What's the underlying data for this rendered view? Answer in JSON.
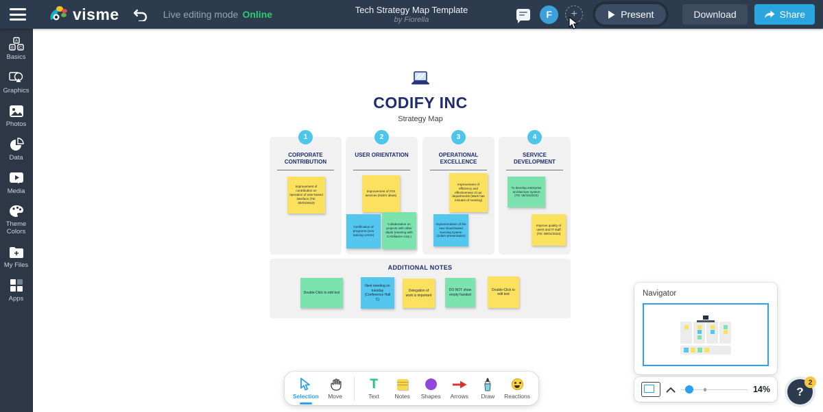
{
  "topbar": {
    "brand": "visme",
    "live_label": "Live editing mode",
    "online_label": "Online",
    "title": "Tech Strategy Map Template",
    "subtitle": "by Fiorella",
    "avatar_initial": "F",
    "add_collab_label": "+",
    "present_label": "Present",
    "download_label": "Download",
    "share_label": "Share"
  },
  "sidebar": {
    "items": [
      {
        "label": "Basics"
      },
      {
        "label": "Graphics"
      },
      {
        "label": "Photos"
      },
      {
        "label": "Data"
      },
      {
        "label": "Media"
      },
      {
        "label": "Theme Colors"
      },
      {
        "label": "My Files"
      },
      {
        "label": "Apps"
      }
    ]
  },
  "canvas": {
    "header": {
      "company": "CODIFY INC",
      "subtitle": "Strategy Map"
    },
    "columns": [
      {
        "number": "1",
        "title": "CORPORATE CONTRIBUTION",
        "notes": [
          {
            "color": "yellow",
            "text": "Improvement of contribution on operation of user-based interface (TD: 30/03/2023)"
          }
        ]
      },
      {
        "number": "2",
        "title": "USER ORIENTATION",
        "notes": [
          {
            "color": "yellow",
            "text": "Improvement of ITIS services (Nick's ideas)"
          },
          {
            "color": "cyan",
            "text": "Certification of programs (new training centre)"
          },
          {
            "color": "green",
            "text": "Collaboration on projects with other depts (meeting with CADiliance corp.)"
          }
        ]
      },
      {
        "number": "3",
        "title": "OPERATIONAL EXCELLENCE",
        "notes": [
          {
            "color": "yellow",
            "text": "Improvement of efficiency and effectiveness of our departments (Mark has minutes of meeting)"
          },
          {
            "color": "cyan",
            "text": "Implementation of the new cloud-based learning system (Julia's presentation)"
          }
        ]
      },
      {
        "number": "4",
        "title": "SERVICE DEVELOPMENT",
        "notes": [
          {
            "color": "green",
            "text": "To develop enterprise architecture system (TD: 06/15/2023)"
          },
          {
            "color": "yellow",
            "text": "Improve quality of users and IT staff (TD: 08/01/2023)"
          }
        ]
      }
    ],
    "additional": {
      "title": "ADDITIONAL NOTES",
      "notes": [
        {
          "color": "green",
          "text": "Double-Click to edit text"
        },
        {
          "color": "cyan",
          "text": "Next meeting on tuesday (Conference Hall C)"
        },
        {
          "color": "yellow",
          "text": "Delegation of work is important"
        },
        {
          "color": "green",
          "text": "DO NOT show empty handed"
        },
        {
          "color": "yellow",
          "text": "Double-Click to edit text"
        }
      ]
    }
  },
  "toolbar": {
    "tools": [
      {
        "label": "Selection",
        "active": true
      },
      {
        "label": "Move"
      },
      {
        "label": "Text"
      },
      {
        "label": "Notes"
      },
      {
        "label": "Shapes"
      },
      {
        "label": "Arrows"
      },
      {
        "label": "Draw"
      },
      {
        "label": "Reactions"
      }
    ]
  },
  "navigator": {
    "title": "Navigator",
    "zoom": "14%"
  },
  "help": {
    "label": "?",
    "badge": "2"
  },
  "colors": {
    "topbar_bg": "#2d3b4e",
    "sidebar_bg": "#2e3745",
    "share_blue": "#2aa5df",
    "online_green": "#2ecc71",
    "avatar_blue": "#3ba1d9",
    "number_circle": "#4cc6e9",
    "sticky_yellow": "#fbe15d",
    "sticky_cyan": "#54c7ef",
    "sticky_green": "#7de3ae",
    "navy_text": "#1f2c6e",
    "selection_blue": "#2b9ff2",
    "badge_yellow": "#f6c744"
  }
}
